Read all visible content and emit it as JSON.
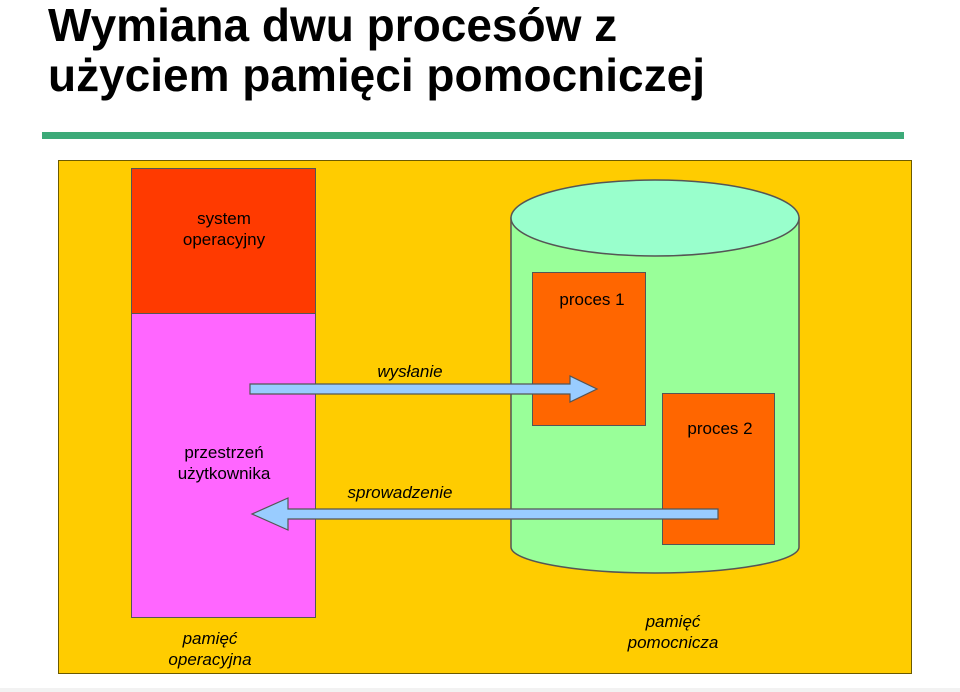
{
  "title": {
    "line1": "Wymiana dwu procesów z",
    "line2": "użyciem pamięci pomocniczej"
  },
  "memory": {
    "os_line1": "system",
    "os_line2": "operacyjny",
    "user_line1": "przestrzeń",
    "user_line2": "użytkownika",
    "caption_line1": "pamięć",
    "caption_line2": "operacyjna"
  },
  "disk": {
    "process1": "proces 1",
    "process2": "proces 2",
    "caption_line1": "pamięć",
    "caption_line2": "pomocnicza"
  },
  "arrows": {
    "send": "wysłanie",
    "restore": "sprowadzenie"
  },
  "colors": {
    "panel": "#ffcc00",
    "os": "#ff3a00",
    "user_space": "#ff66ff",
    "disk_body": "#99ff99",
    "disk_top": "#99ffcc",
    "process": "#ff6600",
    "arrow": "#99ccff",
    "rule": "#3caa78"
  }
}
